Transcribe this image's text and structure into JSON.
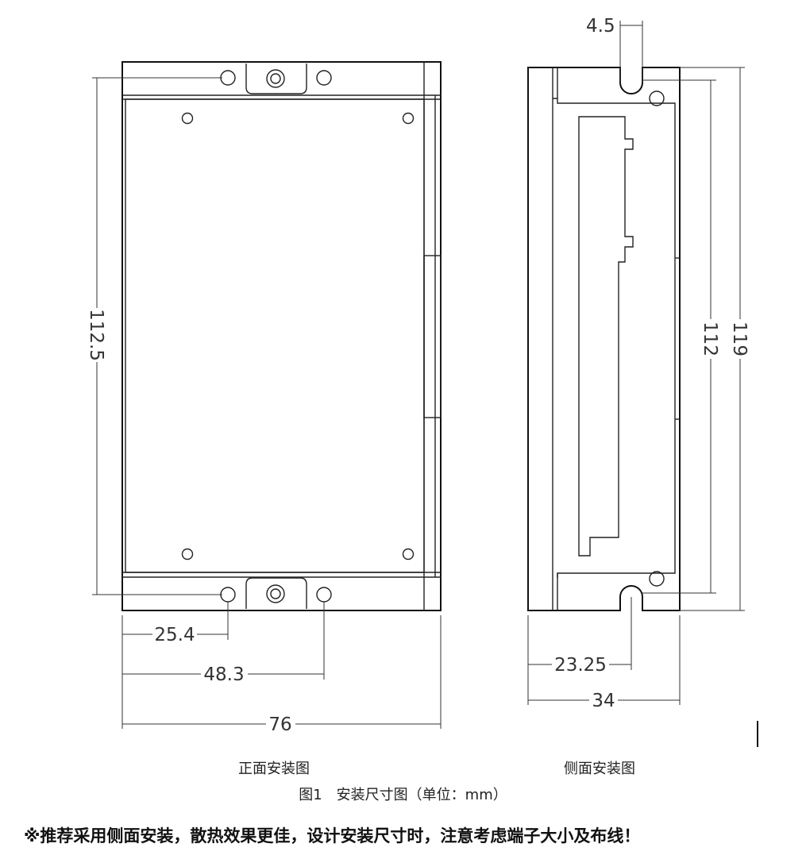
{
  "dimensions": {
    "side_slot_width": "4.5",
    "front_height": "112.5",
    "side_height_inner": "112",
    "side_height_total": "119",
    "front_hole_offset_1": "25.4",
    "front_hole_offset_2": "48.3",
    "front_width": "76",
    "side_slot_offset": "23.25",
    "side_width": "34"
  },
  "captions": {
    "front_view": "正面安装图",
    "side_view": "侧面安装图",
    "figure": "图1　安装尺寸图（单位：mm）"
  },
  "note": "※推荐采用侧面安装，散热效果更佳，设计安装尺寸时，注意考虑端子大小及布线！"
}
